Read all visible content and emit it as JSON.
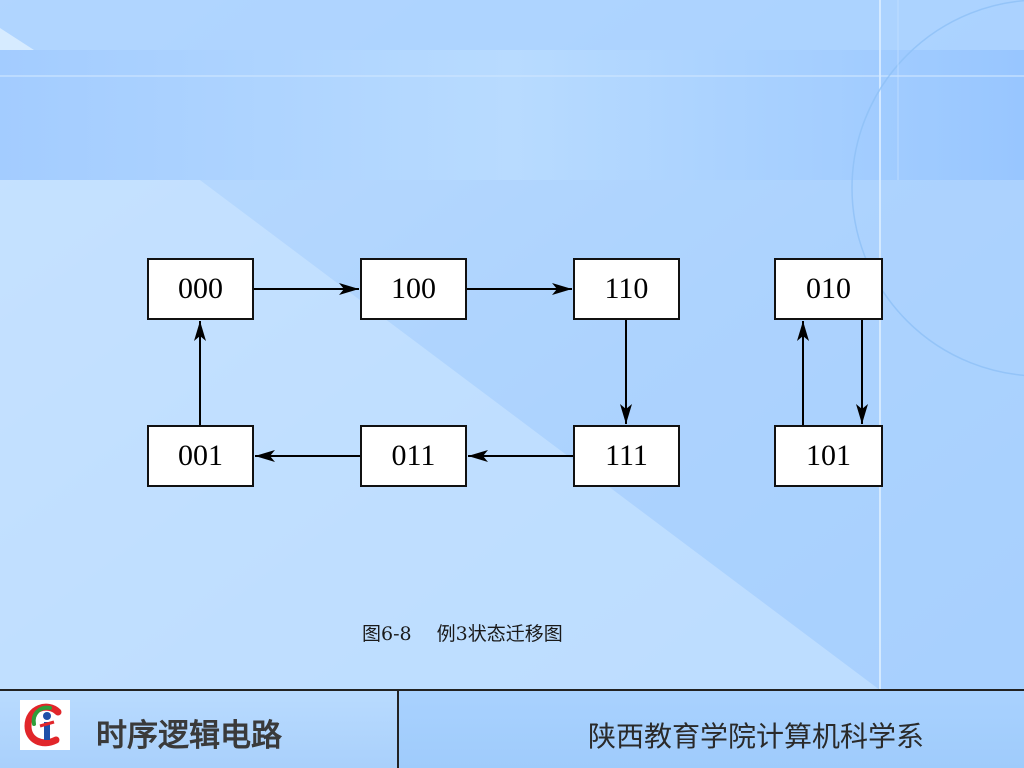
{
  "diagram": {
    "states": [
      {
        "id": "s000",
        "label": "000"
      },
      {
        "id": "s100",
        "label": "100"
      },
      {
        "id": "s110",
        "label": "110"
      },
      {
        "id": "s010",
        "label": "010"
      },
      {
        "id": "s001",
        "label": "001"
      },
      {
        "id": "s011",
        "label": "011"
      },
      {
        "id": "s111",
        "label": "111"
      },
      {
        "id": "s101",
        "label": "101"
      }
    ],
    "transitions": [
      {
        "from": "000",
        "to": "100"
      },
      {
        "from": "100",
        "to": "110"
      },
      {
        "from": "110",
        "to": "111"
      },
      {
        "from": "111",
        "to": "011"
      },
      {
        "from": "011",
        "to": "001"
      },
      {
        "from": "001",
        "to": "000"
      },
      {
        "from": "010",
        "to": "101"
      },
      {
        "from": "101",
        "to": "010"
      }
    ],
    "caption": "图6-8　 例3状态迁移图"
  },
  "footer": {
    "course_title": "时序逻辑电路",
    "department": "陕西教育学院计算机科学系"
  },
  "colors": {
    "background_light": "#cfe6ff",
    "background_mid": "#a8d1ff",
    "header_band": "#9fcaff",
    "box_fill": "#ffffff",
    "box_border": "#111111",
    "logo_red": "#e1262a",
    "logo_green": "#2f9e3a",
    "logo_blue": "#1e4fa8"
  },
  "icons": {
    "logo": "institution-logo-icon"
  }
}
